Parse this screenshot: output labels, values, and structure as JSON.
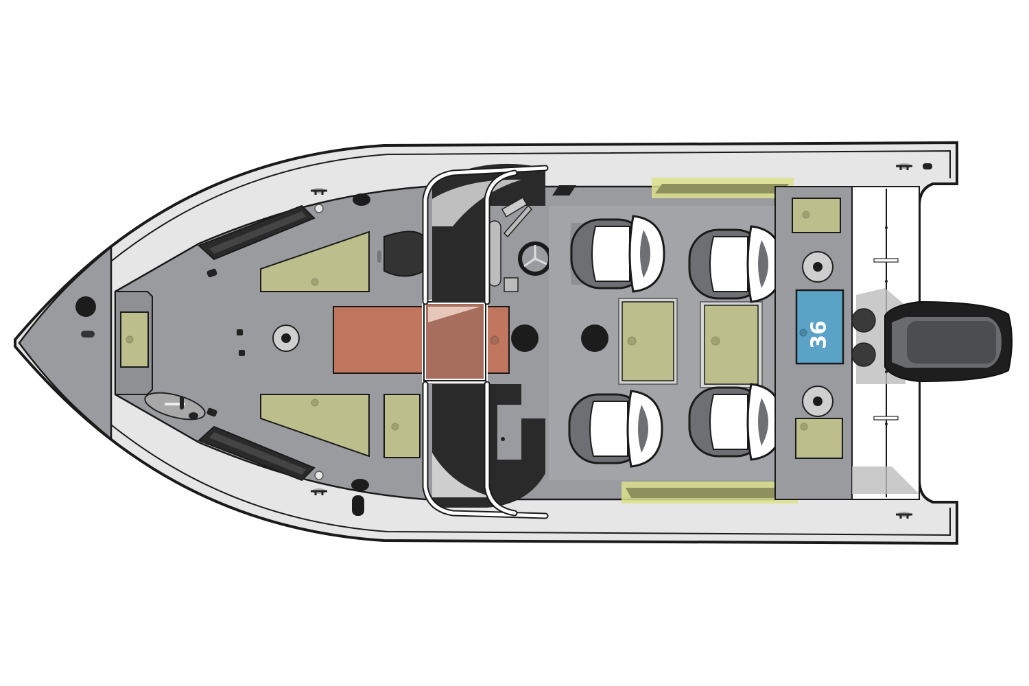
{
  "diagram": {
    "type": "boat-deck-layout",
    "view": "top-down",
    "orientation": "bow-left-stern-right",
    "colors": {
      "background": "#ffffff",
      "hull_outline": "#1a1a1a",
      "gunwale": "#e6e6e6",
      "deck": "#9a9b9e",
      "storage_hatch": "#bcbf8c",
      "livewell_highlight": "#d9e08a",
      "highlight_marker": "#c0765f",
      "labeled_compartment": "#5aa3c6",
      "seat_dark": "#6e6f72",
      "seat_light": "#ffffff",
      "console": "#222222",
      "outboard_motor": "#333333"
    },
    "labels": {
      "compartment_number": "36"
    },
    "zones": {
      "bow_casting_deck": {
        "hatches": 4,
        "features": [
          "trolling-motor-mount",
          "cleats",
          "rod-storage"
        ]
      },
      "windshield_walkthrough": {
        "highlighted_center_storage": true
      },
      "helm_console": {
        "features": [
          "steering-wheel",
          "gauges",
          "switch-panel"
        ]
      },
      "passenger_console": {},
      "cockpit": {
        "seats": 4,
        "hatches": 2
      },
      "side_storage_highlights": 2,
      "stern": {
        "hatches": 2,
        "seat_bases": 2,
        "labeled_compartment": "36",
        "motor": "outboard"
      }
    }
  }
}
